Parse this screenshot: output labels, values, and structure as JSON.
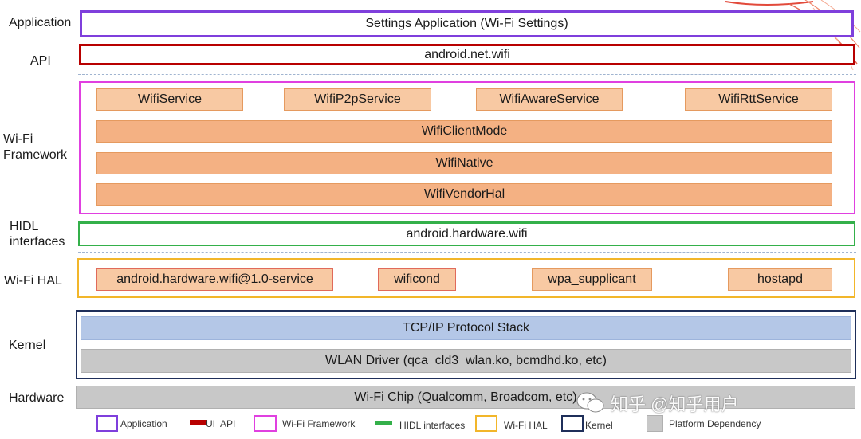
{
  "layers": {
    "application": "Application",
    "api": "API",
    "framework": "Wi-Fi\nFramework",
    "hidl": "HIDL\ninterfaces",
    "hal": "Wi-Fi HAL",
    "kernel": "Kernel",
    "hardware": "Hardware"
  },
  "boxes": {
    "settings_app": "Settings Application (Wi-Fi Settings)",
    "android_net_wifi": "android.net.wifi",
    "wifi_service": "WifiService",
    "wifi_p2p_service": "WifiP2pService",
    "wifi_aware_service": "WifiAwareService",
    "wifi_rtt_service": "WifiRttService",
    "wifi_client_mode": "WifiClientMode",
    "wifi_native": "WifiNative",
    "wifi_vendor_hal": "WifiVendorHal",
    "android_hardware_wifi": "android.hardware.wifi",
    "hal_service": "android.hardware.wifi@1.0-service",
    "wificond": "wificond",
    "wpa_supplicant": "wpa_supplicant",
    "hostapd": "hostapd",
    "tcp_ip": "TCP/IP Protocol Stack",
    "wlan_driver": "WLAN Driver (qca_cld3_wlan.ko, bcmdhd.ko, etc)",
    "wifi_chip": "Wi-Fi Chip (Qualcomm, Broadcom, etc)"
  },
  "legend": {
    "application": "Application",
    "ui_api": "UI  API",
    "framework": "Wi-Fi Framework",
    "hidl": "HIDL interfaces",
    "hal": "Wi-Fi HAL",
    "kernel": "Kernel",
    "platform": "Platform Dependency"
  },
  "watermark": "知乎 @知乎用户",
  "colors": {
    "application": "#7f3fdc",
    "api": "#b80000",
    "framework": "#e040e0",
    "hidl": "#34b04a",
    "hal": "#f2b62a",
    "kernel": "#1f2f5a",
    "platform": "#c8c8c8",
    "service_box": "#f8c9a3",
    "framework_box": "#f4b183",
    "tcp_box": "#b4c7e7"
  }
}
